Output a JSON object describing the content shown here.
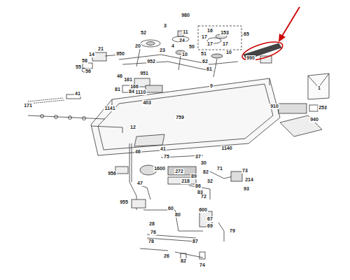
{
  "diagram": {
    "labels": [
      "3",
      "980",
      "52",
      "11",
      "24",
      "10",
      "16",
      "153",
      "65",
      "17",
      "17",
      "17",
      "4",
      "20",
      "23",
      "50",
      "51",
      "10",
      "990",
      "62",
      "61",
      "21",
      "950",
      "14",
      "58",
      "55",
      "56",
      "46",
      "952",
      "951",
      "161",
      "166",
      "81",
      "84",
      "1110",
      "41",
      "171",
      "1141",
      "403",
      "9",
      "1",
      "910",
      "253",
      "759",
      "940",
      "12",
      "41",
      "1140",
      "75",
      "37",
      "30",
      "46",
      "1600",
      "272",
      "82",
      "71",
      "73",
      "956",
      "218",
      "89",
      "32",
      "214",
      "47",
      "86",
      "93",
      "83",
      "72",
      "955",
      "60",
      "600",
      "80",
      "67",
      "69",
      "28",
      "76",
      "79",
      "78",
      "87",
      "26",
      "82",
      "74"
    ]
  }
}
